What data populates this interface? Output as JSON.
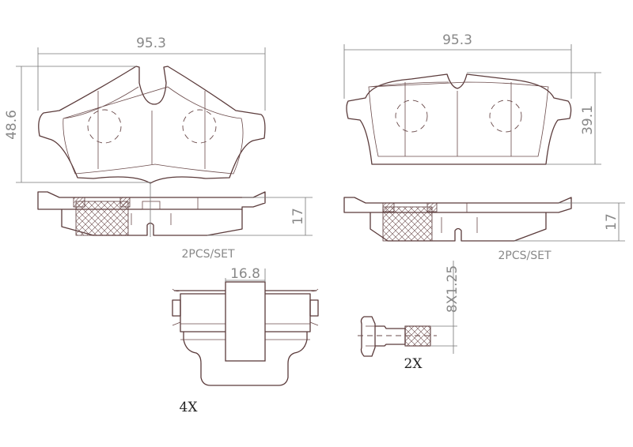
{
  "pad_left": {
    "width_dim": "95.3",
    "height_dim": "48.6",
    "thickness_dim": "17",
    "set_note": "2PCS/SET"
  },
  "pad_right": {
    "width_dim": "95.3",
    "height_dim": "39.1",
    "thickness_dim": "17",
    "set_note": "2PCS/SET"
  },
  "clip": {
    "width_dim": "16.8",
    "quantity": "4X"
  },
  "bolt": {
    "thread_dim": "8X1.25",
    "quantity": "2X"
  },
  "colors": {
    "outline": "#5b3b3b",
    "dimension": "#888888"
  }
}
